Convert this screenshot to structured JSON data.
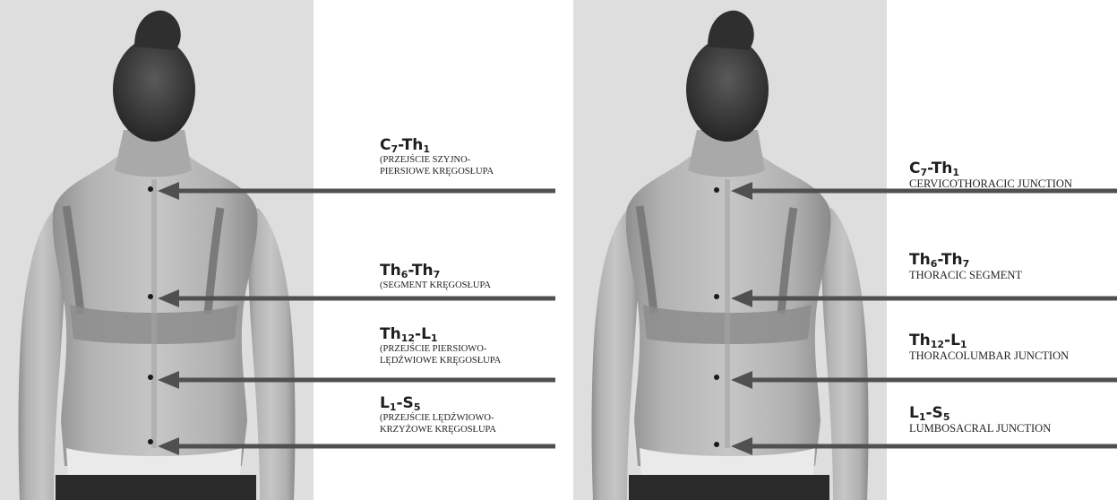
{
  "colors": {
    "background": "#ffffff",
    "photo_backdrop": "#dedede",
    "arrow": "#505050",
    "marker": "#1a1a1a"
  },
  "figure_left": {
    "language": "pl",
    "labels": [
      {
        "code_parts": [
          "C",
          "7",
          "-Th",
          "1"
        ],
        "desc_lines": [
          "(PRZEJŚCIE SZYJNO-",
          "PIERSIOWE KRĘGOSŁUPA"
        ]
      },
      {
        "code_parts": [
          "Th",
          "6",
          "-Th",
          "7"
        ],
        "desc_lines": [
          "(SEGMENT KRĘGOSŁUPA"
        ]
      },
      {
        "code_parts": [
          "Th",
          "12",
          "-L",
          "1"
        ],
        "desc_lines": [
          "(PRZEJŚCIE PIERSIOWO-",
          "LĘDŹWIOWE KRĘGOSŁUPA"
        ]
      },
      {
        "code_parts": [
          "L",
          "1",
          "-S",
          "5"
        ],
        "desc_lines": [
          "(PRZEJŚCIE LĘDŹWIOWO-",
          "KRZYŻOWE KRĘGOSŁUPA"
        ]
      }
    ]
  },
  "figure_right": {
    "language": "en",
    "labels": [
      {
        "code_parts": [
          "C",
          "7",
          "-Th",
          "1"
        ],
        "desc_lines": [
          "CERVICOTHORACIC JUNCTION"
        ]
      },
      {
        "code_parts": [
          "Th",
          "6",
          "-Th",
          "7"
        ],
        "desc_lines": [
          "THORACIC SEGMENT"
        ]
      },
      {
        "code_parts": [
          "Th",
          "12",
          "-L",
          "1"
        ],
        "desc_lines": [
          "THORACOLUMBAR JUNCTION"
        ]
      },
      {
        "code_parts": [
          "L",
          "1",
          "-S",
          "5"
        ],
        "desc_lines": [
          "LUMBOSACRAL JUNCTION"
        ]
      }
    ]
  }
}
